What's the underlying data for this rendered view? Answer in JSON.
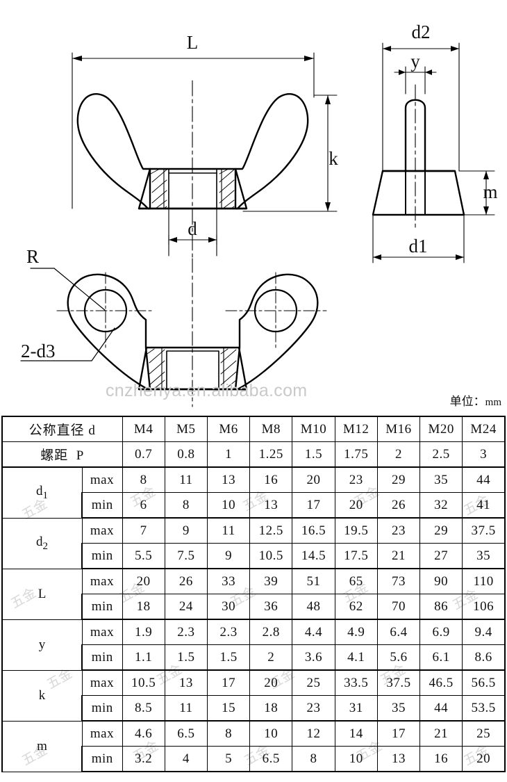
{
  "document": {
    "type": "engineering-drawing",
    "subject": "wing-nut",
    "unit_caption": "单位：",
    "unit_value": "mm"
  },
  "watermarks": {
    "url": "cnzhenya.en.alibaba.com",
    "cn": "五金"
  },
  "drawing": {
    "front_view": {
      "labels": {
        "L": "L",
        "k": "k",
        "d": "d"
      }
    },
    "side_view": {
      "labels": {
        "d2": "d2",
        "y": "y",
        "m": "m",
        "d1": "d1"
      }
    },
    "plan_view": {
      "labels": {
        "R": "R",
        "holes": "2-d3",
        "d": "d"
      }
    }
  },
  "table": {
    "header_rows": [
      {
        "label_cn": "公称直径",
        "label_sym": "d",
        "values": [
          "M4",
          "M5",
          "M6",
          "M8",
          "M10",
          "M12",
          "M16",
          "M20",
          "M24"
        ]
      },
      {
        "label_cn": "螺距",
        "label_sym": "P",
        "values": [
          "0.7",
          "0.8",
          "1",
          "1.25",
          "1.5",
          "1.75",
          "2",
          "2.5",
          "3"
        ]
      }
    ],
    "minmax": {
      "max": "max",
      "min": "min"
    },
    "groups": [
      {
        "name": "d1",
        "base": "d",
        "sub": "1",
        "max": [
          "8",
          "11",
          "13",
          "16",
          "20",
          "23",
          "29",
          "35",
          "44"
        ],
        "min": [
          "6",
          "8",
          "10",
          "13",
          "17",
          "20",
          "26",
          "32",
          "41"
        ]
      },
      {
        "name": "d2",
        "base": "d",
        "sub": "2",
        "max": [
          "7",
          "9",
          "11",
          "12.5",
          "16.5",
          "19.5",
          "23",
          "29",
          "37.5"
        ],
        "min": [
          "5.5",
          "7.5",
          "9",
          "10.5",
          "14.5",
          "17.5",
          "21",
          "27",
          "35"
        ]
      },
      {
        "name": "L",
        "base": "L",
        "sub": "",
        "max": [
          "20",
          "26",
          "33",
          "39",
          "51",
          "65",
          "73",
          "90",
          "110"
        ],
        "min": [
          "18",
          "24",
          "30",
          "36",
          "48",
          "62",
          "70",
          "86",
          "106"
        ]
      },
      {
        "name": "y",
        "base": "y",
        "sub": "",
        "max": [
          "1.9",
          "2.3",
          "2.3",
          "2.8",
          "4.4",
          "4.9",
          "6.4",
          "6.9",
          "9.4"
        ],
        "min": [
          "1.1",
          "1.5",
          "1.5",
          "2",
          "3.6",
          "4.1",
          "5.6",
          "6.1",
          "8.6"
        ]
      },
      {
        "name": "k",
        "base": "k",
        "sub": "",
        "max": [
          "10.5",
          "13",
          "17",
          "20",
          "25",
          "33.5",
          "37.5",
          "46.5",
          "56.5"
        ],
        "min": [
          "8.5",
          "11",
          "15",
          "18",
          "23",
          "31",
          "35",
          "44",
          "53.5"
        ]
      },
      {
        "name": "m",
        "base": "m",
        "sub": "",
        "max": [
          "4.6",
          "6.5",
          "8",
          "10",
          "12",
          "14",
          "17",
          "21",
          "25"
        ],
        "min": [
          "3.2",
          "4",
          "5",
          "6.5",
          "8",
          "10",
          "13",
          "16",
          "20"
        ]
      }
    ]
  },
  "chart_data": {
    "type": "table",
    "title": "Wing nut dimension specification",
    "categories": [
      "M4",
      "M5",
      "M6",
      "M8",
      "M10",
      "M12",
      "M16",
      "M20",
      "M24"
    ],
    "xlabel": "公称直径 d",
    "ylabel": "mm",
    "series": [
      {
        "name": "螺距 P",
        "values": [
          0.7,
          0.8,
          1,
          1.25,
          1.5,
          1.75,
          2,
          2.5,
          3
        ]
      },
      {
        "name": "d1 max",
        "values": [
          8,
          11,
          13,
          16,
          20,
          23,
          29,
          35,
          44
        ]
      },
      {
        "name": "d1 min",
        "values": [
          6,
          8,
          10,
          13,
          17,
          20,
          26,
          32,
          41
        ]
      },
      {
        "name": "d2 max",
        "values": [
          7,
          9,
          11,
          12.5,
          16.5,
          19.5,
          23,
          29,
          37.5
        ]
      },
      {
        "name": "d2 min",
        "values": [
          5.5,
          7.5,
          9,
          10.5,
          14.5,
          17.5,
          21,
          27,
          35
        ]
      },
      {
        "name": "L max",
        "values": [
          20,
          26,
          33,
          39,
          51,
          65,
          73,
          90,
          110
        ]
      },
      {
        "name": "L min",
        "values": [
          18,
          24,
          30,
          36,
          48,
          62,
          70,
          86,
          106
        ]
      },
      {
        "name": "y max",
        "values": [
          1.9,
          2.3,
          2.3,
          2.8,
          4.4,
          4.9,
          6.4,
          6.9,
          9.4
        ]
      },
      {
        "name": "y min",
        "values": [
          1.1,
          1.5,
          1.5,
          2,
          3.6,
          4.1,
          5.6,
          6.1,
          8.6
        ]
      },
      {
        "name": "k max",
        "values": [
          10.5,
          13,
          17,
          20,
          25,
          33.5,
          37.5,
          46.5,
          56.5
        ]
      },
      {
        "name": "k min",
        "values": [
          8.5,
          11,
          15,
          18,
          23,
          31,
          35,
          44,
          53.5
        ]
      },
      {
        "name": "m max",
        "values": [
          4.6,
          6.5,
          8,
          10,
          12,
          14,
          17,
          21,
          25
        ]
      },
      {
        "name": "m min",
        "values": [
          3.2,
          4,
          5,
          6.5,
          8,
          10,
          13,
          16,
          20
        ]
      }
    ]
  }
}
